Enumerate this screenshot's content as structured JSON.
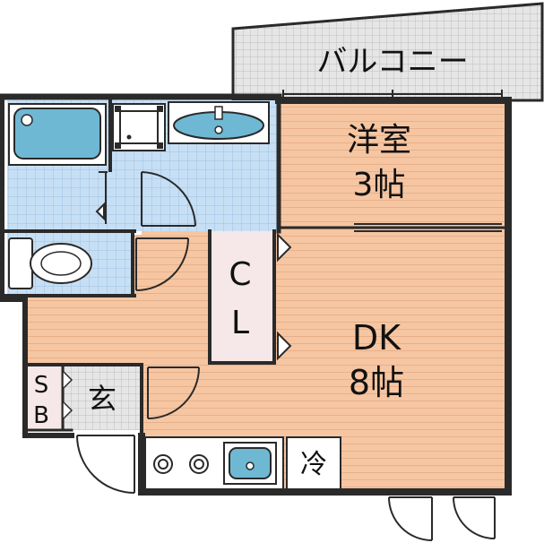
{
  "floorplan": {
    "balcony_label": "バルコニー",
    "western_room_label": "洋室",
    "western_room_size": "3帖",
    "dk_label": "DK",
    "dk_size": "8帖",
    "closet_label_c": "C",
    "closet_label_l": "L",
    "sb_label_s": "S",
    "sb_label_b": "B",
    "entrance_label": "玄",
    "fridge_label": "冷"
  },
  "colors": {
    "wall": "#2a2a2a",
    "floor_wood": "#f6c6a2",
    "floor_wood_line": "#e7b08a",
    "wet_area": "#c7dff4",
    "wet_grid": "#9cc0e3",
    "fixture_blue": "#6fb8d4",
    "closet": "#f6e8e8",
    "balcony": "#dcdcdc"
  }
}
